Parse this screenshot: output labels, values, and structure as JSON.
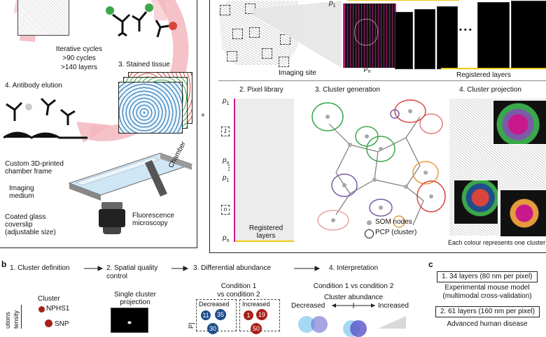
{
  "left_panel": {
    "cycles_line1": "Iterative cycles",
    "cycles_line2": ">90 cycles",
    "cycles_line3": ">140 layers",
    "step3_label": "3. Stained tissue",
    "step4_label": "4. Antibody elution",
    "chamber_frame": "Custom 3D-printed\nchamber frame",
    "imaging_medium": "Imaging\nmedium",
    "chamber_tag": "Chamber",
    "coverslip": "Coated glass\ncoverslip\n(adjustable size)",
    "microscopy": "Fluorescence\nmicroscopy"
  },
  "right_panel": {
    "imaging_site": "Imaging site",
    "p1": "p",
    "p1_sub": "1",
    "pn": "p",
    "pn_sub": "n",
    "ellipsis": "• • •",
    "registered_layers": "Registered layers",
    "plus": "+",
    "pixel_library": {
      "title": "2. Pixel library",
      "p1": "p",
      "p1_sub": "1",
      "idx1": "1",
      "pn": "p",
      "pn_sub": "n",
      "dots": "⋮",
      "p1b": "p",
      "p1b_sub": "1",
      "idxn": "n",
      "pnb": "p",
      "pnb_sub": "n",
      "registered": "Registered\nlayers"
    },
    "cluster_generation": {
      "title": "3. Cluster generation",
      "legend_som": "SOM nodes",
      "legend_pcp": "PCP (cluster)"
    },
    "cluster_projection": {
      "title": "4. Cluster projection",
      "caption": "Each colour represents one cluster"
    }
  },
  "section_b": {
    "letter": "b",
    "steps": [
      "1. Cluster definition",
      "2. Spatial quality\ncontrol",
      "3. Differential abundance",
      "4. Interpretation"
    ],
    "cluster_label": "Cluster",
    "axis_fragment_1": "utions",
    "axis_fragment_2": "tensity",
    "marker_1": "NPHS1",
    "marker_2": "SNP",
    "single_cluster": "Single cluster\nprojection",
    "condition_title": "Condition 1\nvs condition 2",
    "decreased_box": "Decreased",
    "increased_box": "Increased",
    "axis_fragment_3": "P]",
    "circle_values": [
      "11",
      "35",
      "1",
      "19",
      "30",
      "50"
    ],
    "interp_title": "Condition 1 vs condition 2",
    "cluster_abundance": "Cluster abundance",
    "decreased": "Decreased",
    "increased": "Increased"
  },
  "section_c": {
    "letter": "c",
    "item1": "1. 34 layers (80 nm per pixel)",
    "item1_desc": "Experimental mouse model\n(multimodal cross-validation)",
    "item2": "2. 61 layers (160 nm per pixel)",
    "item2_desc": "Advanced human disease"
  },
  "colors": {
    "magenta": "#c8198c",
    "yellow": "#f2c811",
    "dark_blue": "#1f4e8c",
    "dark_red": "#a8201a",
    "green": "#3aa84a",
    "red": "#d9453d",
    "purple": "#7a5ba8",
    "orange": "#e59a3c",
    "pink_arrow": "#f3b7bd"
  }
}
